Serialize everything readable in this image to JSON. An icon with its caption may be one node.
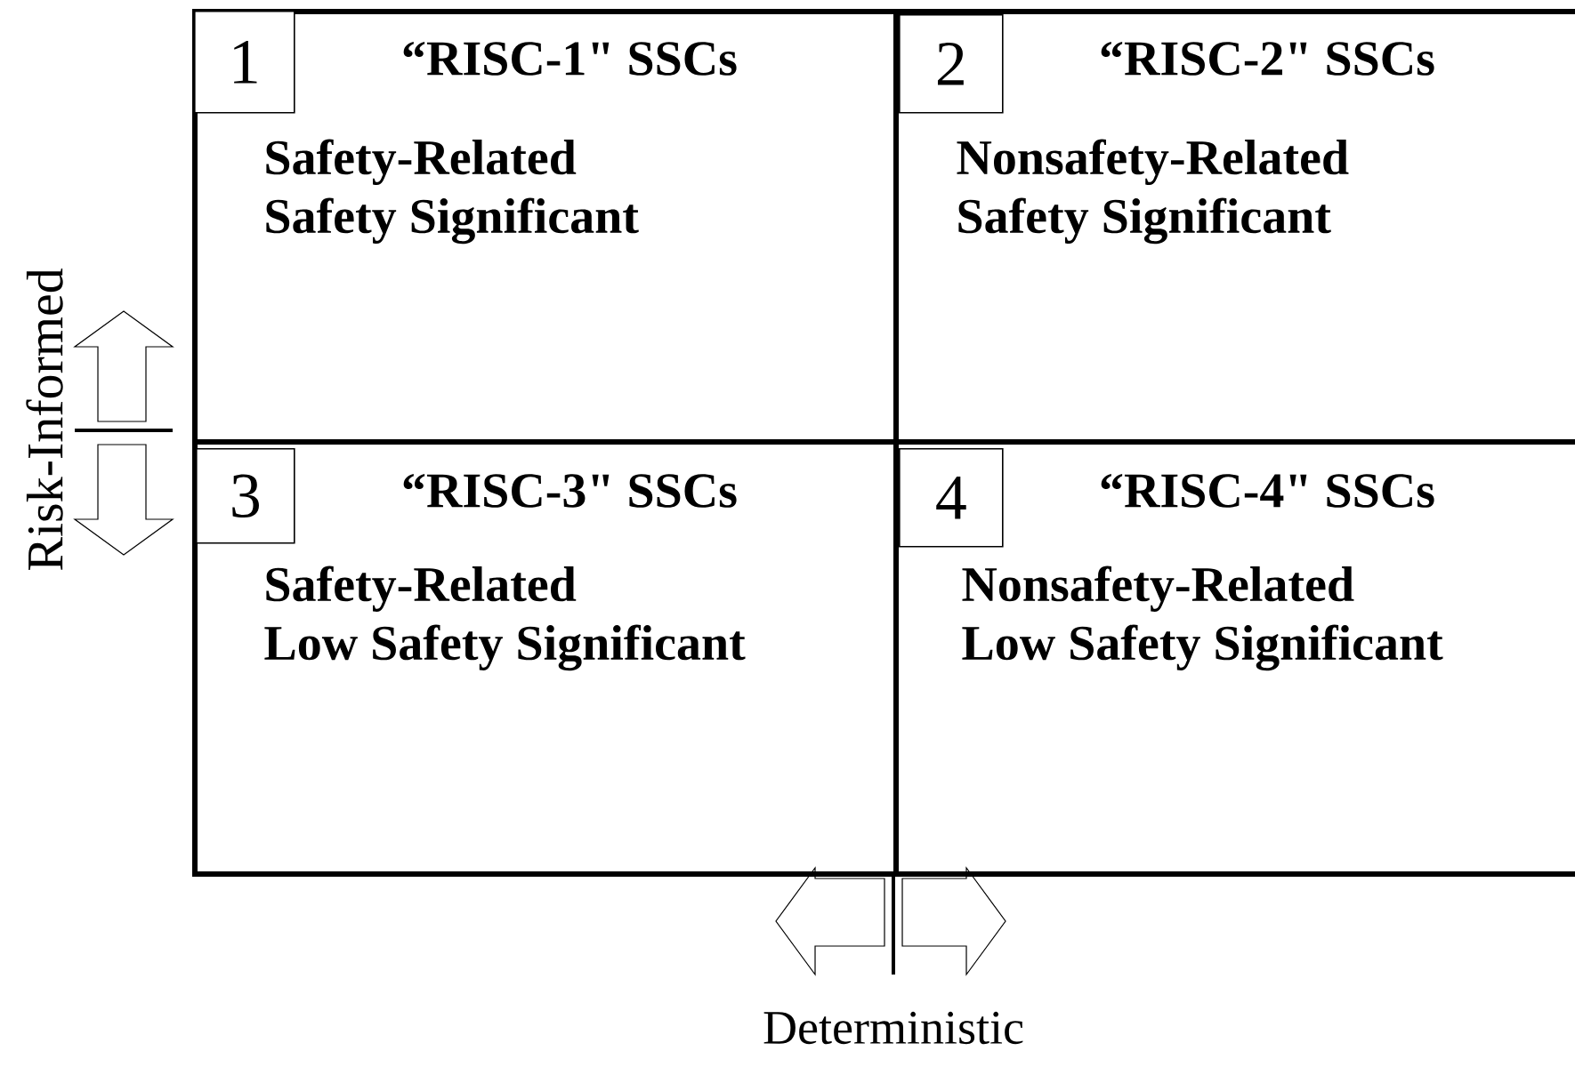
{
  "diagram": {
    "nodes": [
      {
        "text": [
          "“RISC-1\" SSCs",
          "Safety-Related Safety Significant"
        ]
      },
      {
        "text": [
          "1"
        ],
        "in": 0
      },
      {
        "text": [
          "“RISC-2\" SSCs",
          "Nonsafety-Related Safety Significant"
        ]
      },
      {
        "text": [
          "2"
        ],
        "in": 2
      },
      {
        "text": [
          "“RISC-3\" SSCs",
          "Safety-Related Low Safety Significant"
        ]
      },
      {
        "text": [
          "3"
        ],
        "in": 4
      },
      {
        "text": [
          "“RISC-4\" SSCs",
          "Nonsafety-Related Low Safety Significant"
        ]
      },
      {
        "text": [
          "4"
        ],
        "in": 6
      }
    ],
    "labels": [
      "Risk-Informed",
      "Deterministic"
    ]
  }
}
